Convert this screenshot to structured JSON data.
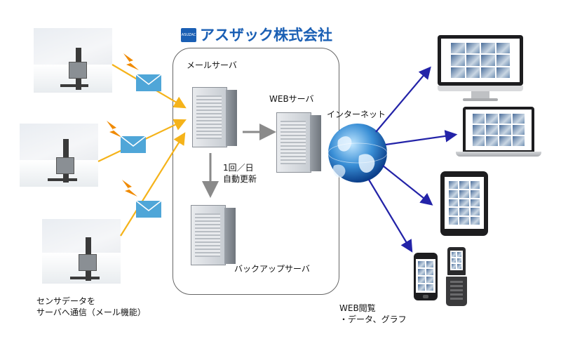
{
  "company": {
    "logo_small": "ASUZAC",
    "name": "アスザック株式会社"
  },
  "mail_server_label": "メールサーバ",
  "web_server_label": "WEBサーバ",
  "backup_server_label": "バックアップサーバ",
  "update_label": {
    "line1": "1回／日",
    "line2": "自動更新"
  },
  "internet_label": "インターネット",
  "sensor_caption": {
    "line1": "センサデータを",
    "line2": "サーバへ通信（メール機能）"
  },
  "web_caption": {
    "line1": "WEB閲覧",
    "line2": "・データ、グラフ"
  },
  "colors": {
    "brand": "#1a5fb4",
    "arrow_orange": "#f5b31a",
    "arrow_blue": "#2323a8",
    "arrow_gray": "#8a8a8a",
    "envelope": "#4fa6d8",
    "lightning": "#f08a00"
  }
}
